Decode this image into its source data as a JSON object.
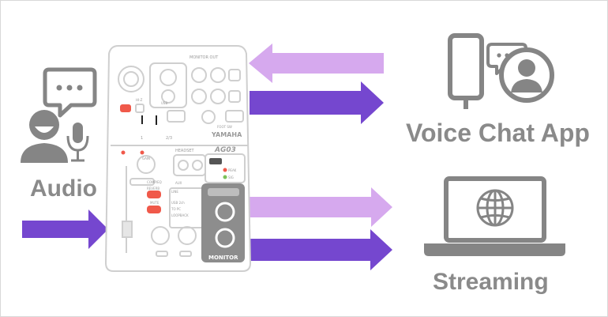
{
  "labels": {
    "audio": "Audio",
    "voice_chat_app": "Voice Chat App",
    "streaming": "Streaming"
  },
  "device": {
    "brand": "YAMAHA",
    "model": "AG03",
    "monitor_out": "MONITOR OUT",
    "headset": "HEADSET",
    "monitor": "MONITOR",
    "foot_sw": "FOOT SW",
    "mute": "MUTE",
    "channel": "1",
    "channel_23": "2/3",
    "usb_label": "USB",
    "aux": "AUX",
    "peak": "PEAK",
    "sig": "SIG",
    "gain": "GAIN",
    "comp_eq": "COMP/EQ",
    "reverb": "REVERB",
    "loopback": "LOOPBACK",
    "line": "LINE",
    "hi_z": "HI-Z",
    "to_pc": "TO PC",
    "usb_2ch": "USB 2ch"
  },
  "colors": {
    "arrow_dark": "#7547cf",
    "arrow_light": "#d6a9ee",
    "icon_gray": "#858585",
    "device_line": "#cfcfcf"
  },
  "icons": [
    "speaking-person-icon",
    "microphone-icon",
    "speech-bubble-icon",
    "smartphone-icon",
    "user-avatar-icon",
    "laptop-icon",
    "globe-icon"
  ]
}
